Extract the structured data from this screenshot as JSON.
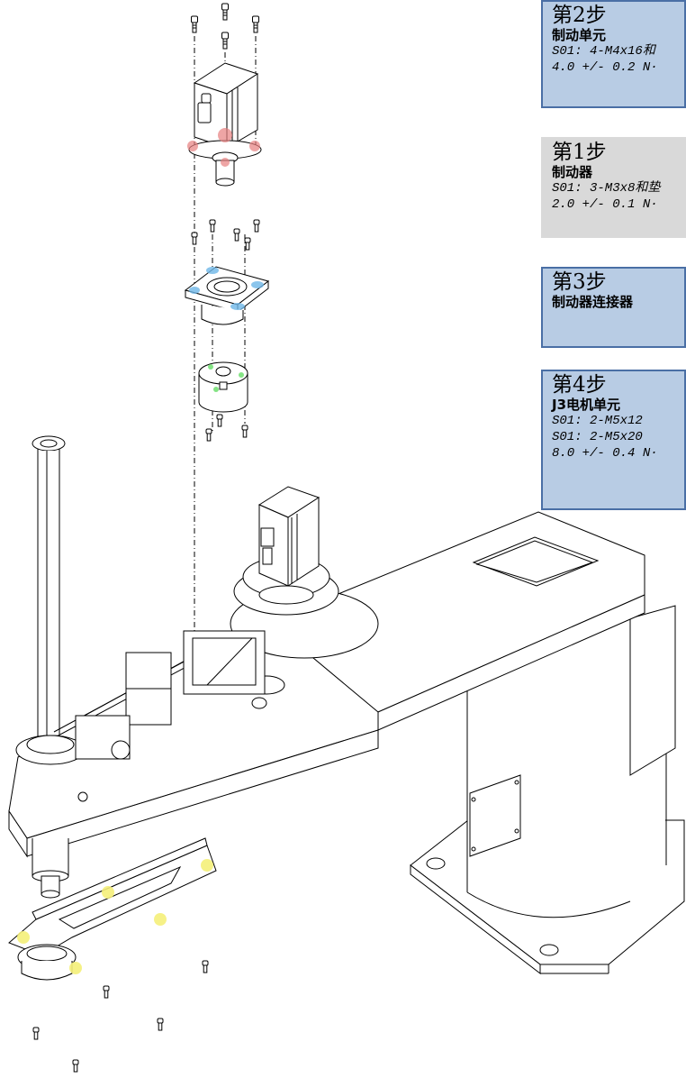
{
  "steps": [
    {
      "title": "第2步",
      "name": "制动单元",
      "lines": [
        "S01: 4-M4x16和",
        "4.0 +/- 0.2 N·"
      ]
    },
    {
      "title": "第1步",
      "name": "制动器",
      "lines": [
        "S01: 3-M3x8和垫",
        "2.0 +/- 0.1 N·"
      ]
    },
    {
      "title": "第3步",
      "name": "制动器连接器",
      "lines": []
    },
    {
      "title": "第4步",
      "name": "J3电机单元",
      "lines": [
        "S01: 2-M5x12",
        "S01: 2-M5x20",
        "8.0 +/- 0.4 N·"
      ]
    }
  ],
  "colors": {
    "step_box_blue": "#b8cce4",
    "step_box_grey": "#d9d9d9",
    "border": "#4a6fa5",
    "highlight_red": "#e88080",
    "highlight_blue": "#6fb7e8",
    "highlight_green": "#66dd66",
    "highlight_yellow": "#f5f07a",
    "line_art": "#000000"
  },
  "icons": [
    "screw-icon",
    "servo-motor",
    "brake-unit",
    "mounting-plate",
    "ball-screw-spline",
    "robot-arm",
    "cover-plate",
    "robot-base"
  ]
}
